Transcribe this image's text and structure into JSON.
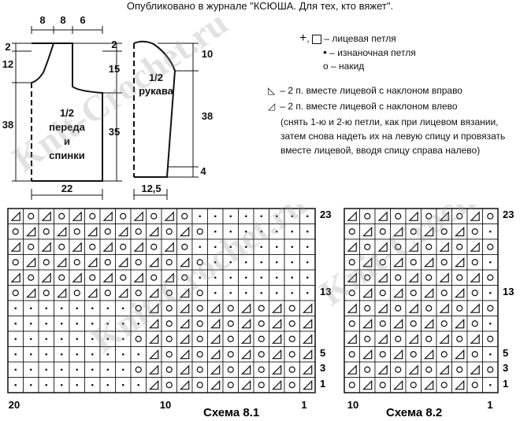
{
  "header": {
    "publication": "Опубликовано в журнале \"КСЮША. Для тех, кто вяжет\"."
  },
  "watermark": "Knit-Crochet.ru",
  "pattern_front": {
    "label_line1": "1/2",
    "label_line2": "переда",
    "label_line3": "и",
    "label_line4": "спинки",
    "dim_top": [
      "8",
      "8",
      "6"
    ],
    "dim_left": [
      "2",
      "12",
      "38"
    ],
    "dim_right": [
      "2",
      "15",
      "35"
    ],
    "dim_bottom": "22"
  },
  "pattern_sleeve": {
    "label_line1": "1/2",
    "label_line2": "рукава",
    "dim_right": [
      "10",
      "38",
      "4"
    ],
    "dim_bottom": "12,5"
  },
  "legend": {
    "knit_symbol": "+",
    "knit": "– лицевая петля",
    "purl": "– изнаночная петля",
    "yo": "– накид",
    "k2tog_right": "– 2 п. вместе лицевой с наклоном вправо",
    "k2tog_left": "– 2 п. вместе лицевой с наклоном влево",
    "note_left_detail": "(снять 1-ю и 2-ю петли, как при лицевом вязании, затем снова надеть их на левую спицу и провязать вместе лицевой, вводя спицу справа налево)"
  },
  "scheme1": {
    "title": "Схема 8.1",
    "row_labels": [
      "23",
      "13",
      "5",
      "3",
      "1"
    ],
    "col_labels": [
      "20",
      "10",
      "1"
    ],
    "grid": [
      "RORORORORORO........",
      "ORORORORORORO.......",
      "RORORORORORO........",
      "ORORORORORORO.......",
      "RORORORORORO........",
      "ORORORORORORO.......",
      "........ORORORORORORO",
      ".........RORORORORORO",
      "........ORORORORORORO",
      ".........RORORORORORO",
      "........ORORORORORORO",
      ".........RORORORORORO"
    ]
  },
  "scheme2": {
    "title": "Схема 8.2",
    "row_labels": [
      "23",
      "13",
      "5",
      "3",
      "1"
    ],
    "col_labels": [
      "10",
      "1"
    ],
    "grid": [
      "RORORORORO",
      "ORORORORO.",
      "RORORORORO",
      "ORORORORO.",
      "RORORORORO",
      "ORORORORO.",
      "RORORORORO",
      "ORORORORO.",
      "RORORORORO",
      "ORORORORO.",
      "RORORORORO",
      "ORORORORO."
    ]
  }
}
